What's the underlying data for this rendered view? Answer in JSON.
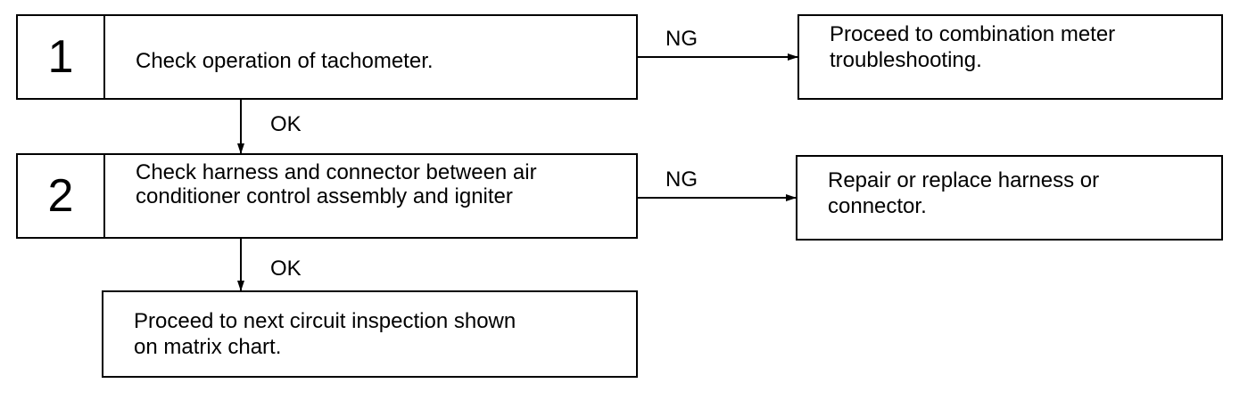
{
  "steps": [
    {
      "number": "1",
      "text": "Check operation of tachometer."
    },
    {
      "number": "2",
      "text": "Check harness and connector between air\nconditioner control assembly and igniter"
    }
  ],
  "results": {
    "step1_ng": "Proceed to combination meter\ntroubleshooting.",
    "step2_ng": "Repair or replace harness or\nconnector.",
    "final": "Proceed to next circuit inspection shown\non matrix chart."
  },
  "labels": {
    "ng1": "NG",
    "ok1": "OK",
    "ng2": "NG",
    "ok2": "OK"
  }
}
